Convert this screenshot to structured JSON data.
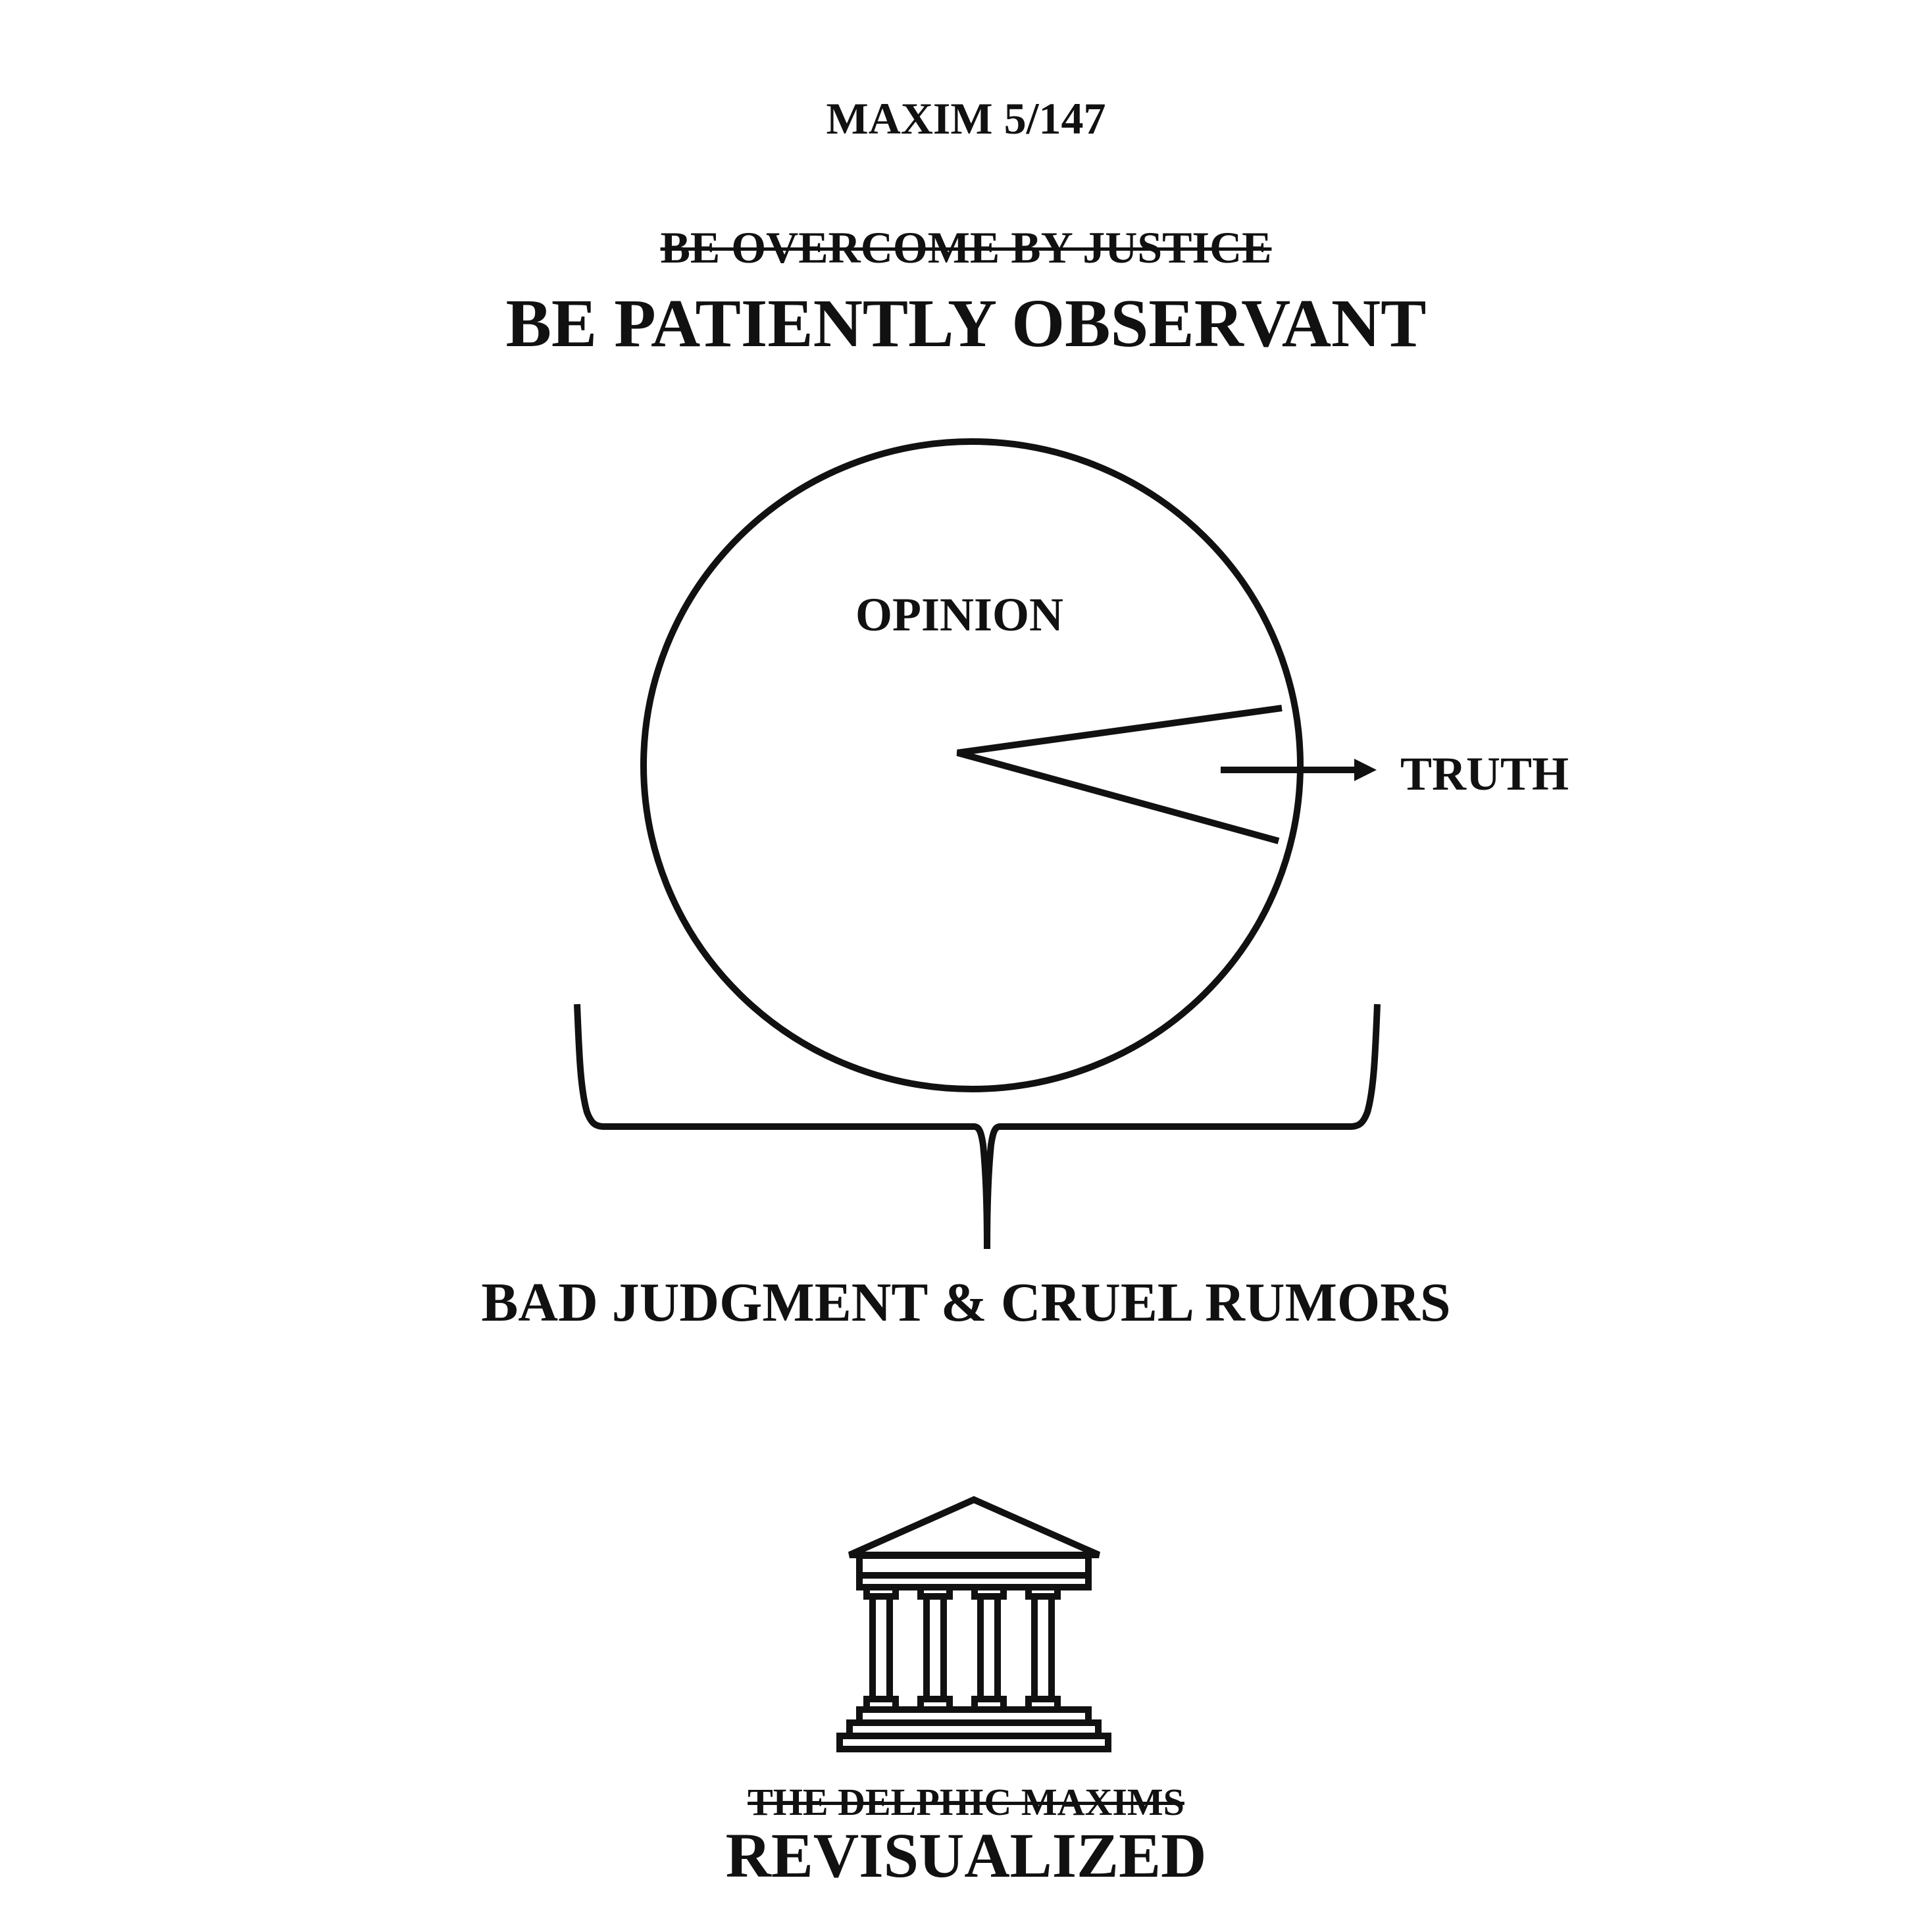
{
  "header": {
    "maxim_number": "MAXIM 5/147",
    "struck_maxim": "BE OVERCOME BY JUSTICE",
    "revised_maxim": "BE PATIENTLY OBSERVANT"
  },
  "diagram": {
    "circle_label": "OPINION",
    "slice_label": "TRUTH",
    "bracket_label": "BAD JUDGMENT & CRUEL RUMORS",
    "stroke_color": "#111111"
  },
  "footer": {
    "logo_icon": "greek-temple-icon",
    "series_struck": "THE DELPHIC MAXIMS",
    "series_title": "REVISUALIZED"
  }
}
